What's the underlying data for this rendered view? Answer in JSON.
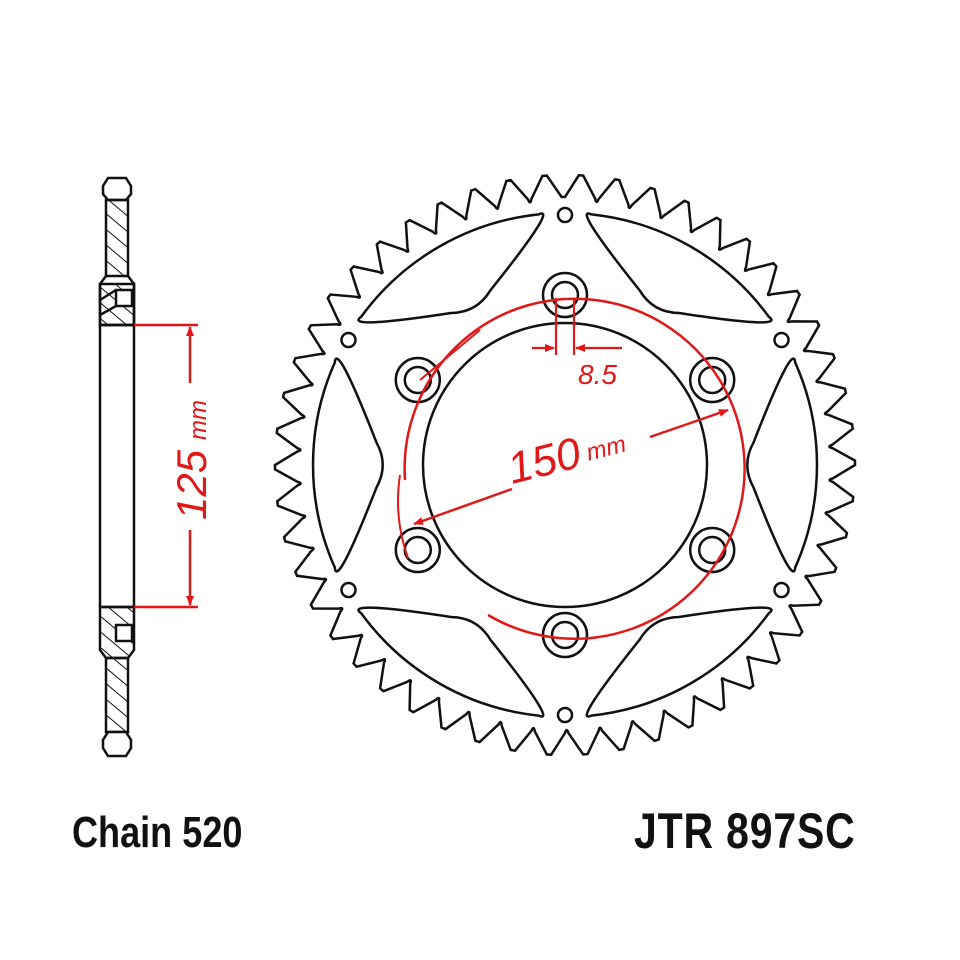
{
  "labels": {
    "chain": "Chain 520",
    "part_number": "JTR 897SC"
  },
  "dimensions": {
    "hub_width": {
      "value": "125",
      "unit": "mm"
    },
    "bolt_circle": {
      "value": "150",
      "unit": "mm"
    },
    "bolt_hole": {
      "value": "8.5"
    }
  },
  "sprocket": {
    "teeth": 50,
    "bolt_holes": 6,
    "lightening_holes": 6,
    "small_holes": 6
  },
  "colors": {
    "line": "#111111",
    "dimension": "#e01818",
    "background": "#ffffff"
  }
}
